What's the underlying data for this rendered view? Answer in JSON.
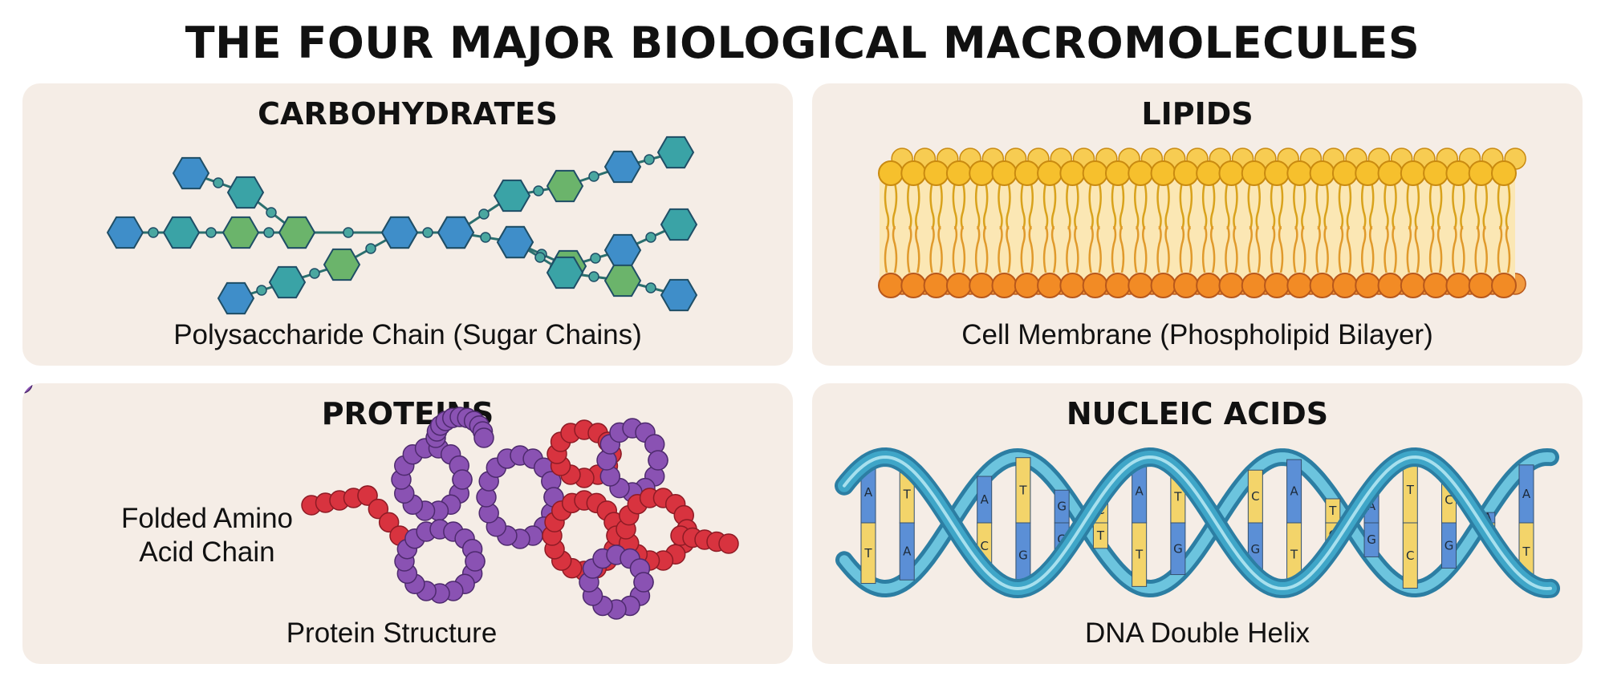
{
  "page": {
    "title": "THE FOUR MAJOR BIOLOGICAL MACROMOLECULES"
  },
  "panels": {
    "carbohydrates": {
      "title": "CARBOHYDRATES",
      "caption": "Polysaccharide Chain (Sugar Chains)"
    },
    "lipids": {
      "title": "LIPIDS",
      "caption": "Cell Membrane (Phospholipid Bilayer)"
    },
    "proteins": {
      "title": "PROTEINS",
      "side_label_line1": "Folded Amino",
      "side_label_line2": "Acid Chain",
      "caption": "Protein Structure"
    },
    "nucleic_acids": {
      "title": "NUCLEIC ACIDS",
      "caption": "DNA Double Helix",
      "base_pairs": [
        "A-T",
        "T-A",
        "A-G",
        "A-C",
        "T-G",
        "G-G",
        "C-T",
        "A-T",
        "T-G",
        "A-C",
        "C-G",
        "A-T",
        "T-C",
        "A-G",
        "T-C",
        "C-G",
        "A-C",
        "A-T"
      ]
    }
  },
  "colors": {
    "panel_bg": "#f5ede6",
    "sugar_blue": "#3f8ec9",
    "sugar_teal": "#3aa3a6",
    "sugar_green": "#6bb46b",
    "lipid_head_top": "#f6c02d",
    "lipid_head_bottom": "#f28b25",
    "amino_purple": "#8a52b3",
    "amino_red": "#d8333f",
    "dna_strand": "#3fa6c8",
    "base_blue": "#5b8fd6",
    "base_yellow": "#f3d46a"
  }
}
